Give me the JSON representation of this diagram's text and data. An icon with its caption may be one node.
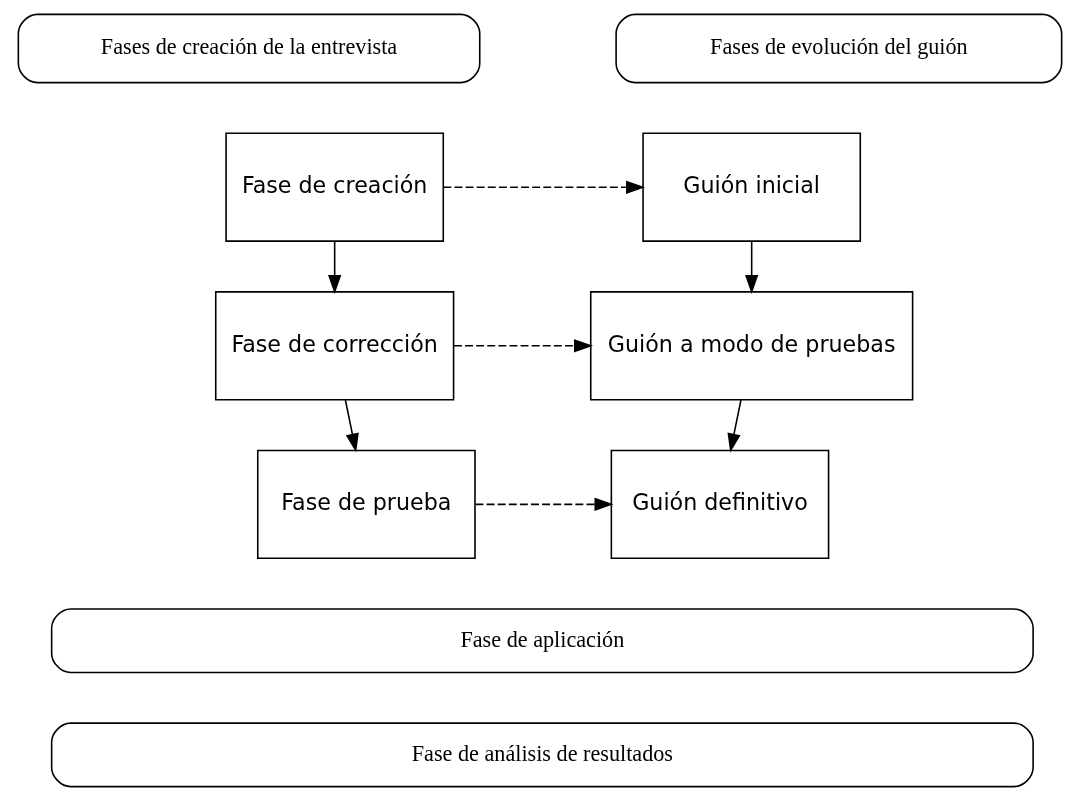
{
  "diagram": {
    "nodes": [
      {
        "text": [
          "Fases de creación de la entrevista"
        ]
      },
      {
        "text": [
          "Fases de evolución del guión"
        ]
      },
      {
        "text": [
          "Fase de creación"
        ]
      },
      {
        "text": [
          "Guión inicial"
        ]
      },
      {
        "text": [
          "Fase de corrección"
        ]
      },
      {
        "text": [
          "Guión a modo de pruebas"
        ]
      },
      {
        "text": [
          "Fase de prueba"
        ]
      },
      {
        "text": [
          "Guión definitivo"
        ]
      },
      {
        "text": [
          "Fase de aplicación"
        ]
      },
      {
        "text": [
          "Fase de análisis de resultados"
        ]
      }
    ],
    "edges": [
      {
        "from": 2,
        "to": 3,
        "arrow": "to",
        "style": "dashed"
      },
      {
        "from": 2,
        "to": 4,
        "arrow": "to"
      },
      {
        "from": 3,
        "to": 5,
        "arrow": "to"
      },
      {
        "from": 4,
        "to": 5,
        "arrow": "to",
        "style": "dashed"
      },
      {
        "from": 4,
        "to": 6,
        "arrow": "to"
      },
      {
        "from": 5,
        "to": 7,
        "arrow": "to"
      },
      {
        "from": 6,
        "to": 7,
        "arrow": "to",
        "style": "dashed"
      }
    ]
  }
}
